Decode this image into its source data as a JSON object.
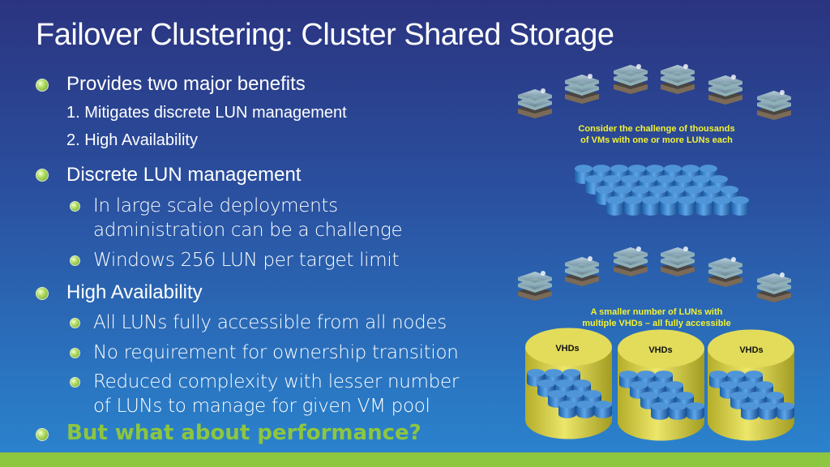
{
  "title": "Failover Clustering: Cluster Shared Storage",
  "bullets": {
    "benefits": "Provides two major benefits",
    "benefit_1": "1. Mitigates discrete LUN management",
    "benefit_2": "2. High Availability",
    "discrete": "Discrete LUN management",
    "discrete_1a": "In large scale deployments",
    "discrete_1b": "administration can be a challenge",
    "discrete_2": "Windows 256 LUN per target limit",
    "ha": "High Availability",
    "ha_1": "All LUNs fully accessible from all nodes",
    "ha_2": "No requirement for ownership transition",
    "ha_3a": "Reduced complexity with lesser number",
    "ha_3b": "of LUNs to manage for given VM pool",
    "performance": "But what about performance?"
  },
  "diagram": {
    "caption_top_1": "Consider the challenge of thousands",
    "caption_top_2": "of VMs with one or more LUNs each",
    "caption_bottom_1": "A smaller number of LUNs with",
    "caption_bottom_2": "multiple VHDs – all fully accessible",
    "vhd_labels": [
      "VHDs",
      "VHDs",
      "VHDs"
    ]
  },
  "colors": {
    "accent_green": "#8dc63f",
    "caption_yellow": "#f2f233"
  }
}
